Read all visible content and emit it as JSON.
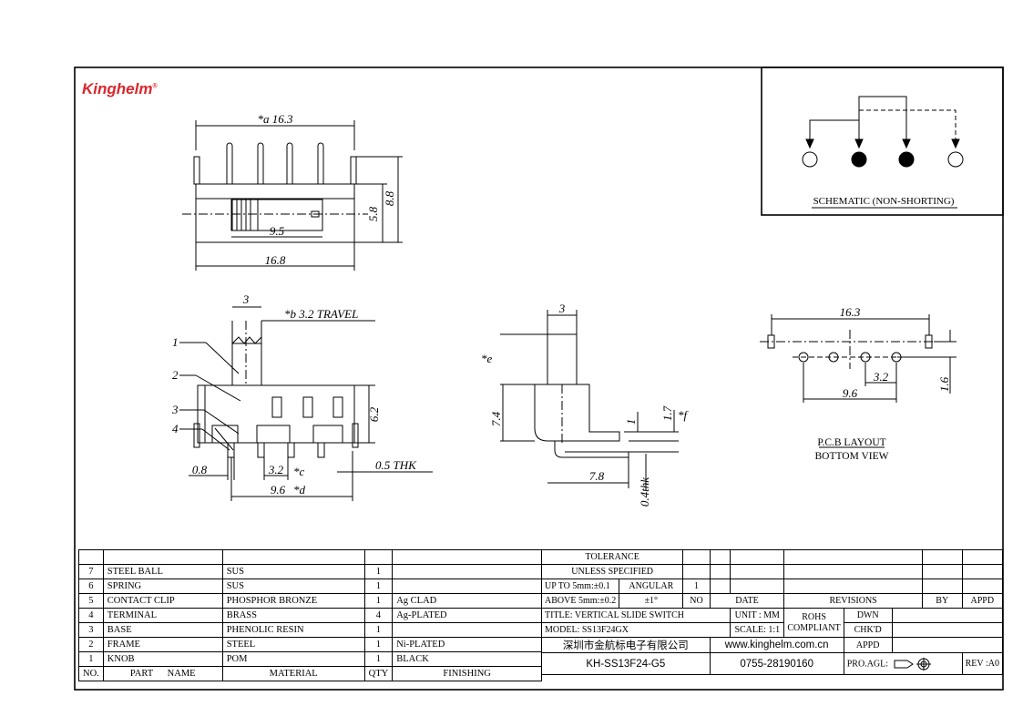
{
  "logo": {
    "name": "Kinghelm",
    "mark": "®"
  },
  "schematic": {
    "label": "SCHEMATIC (NON-SHORTING)"
  },
  "top_view": {
    "dim_a": "*a 16.3",
    "dim_length": "16.8",
    "dim_height_inner": "5.8",
    "dim_height_outer": "8.8",
    "dim_slot": "9.5"
  },
  "side_view": {
    "dim_knob": "3",
    "dim_travel": "*b 3.2 TRAVEL",
    "dim_height": "6.2",
    "dim_left": "0.8",
    "dim_pitch": "3.2",
    "mark_c": "*c",
    "dim_span": "9.6",
    "mark_d": "*d",
    "dim_thk": "0.5 THK",
    "callouts": [
      "1",
      "2",
      "3",
      "4"
    ]
  },
  "end_view": {
    "dim_knob": "3",
    "mark_e": "*e",
    "dim_height": "7.4",
    "dim_pin": "1",
    "dim_offset": "1.7",
    "mark_f": "*f",
    "dim_bottom": "7.8",
    "dim_thk": "0.4thk"
  },
  "pcb": {
    "dim_width": "16.3",
    "dim_pitch": "3.2",
    "dim_span": "9.6",
    "dim_offset": "1.6",
    "label1": "P.C.B LAYOUT",
    "label2": "BOTTOM VIEW"
  },
  "bom": {
    "rows": [
      {
        "no": "",
        "name": "",
        "material": "",
        "qty": "",
        "finish": ""
      },
      {
        "no": "7",
        "name": "STEEL BALL",
        "material": "SUS",
        "qty": "1",
        "finish": ""
      },
      {
        "no": "6",
        "name": "SPRING",
        "material": "SUS",
        "qty": "1",
        "finish": ""
      },
      {
        "no": "5",
        "name": "CONTACT CLIP",
        "material": "PHOSPHOR BRONZE",
        "qty": "1",
        "finish": "Ag CLAD"
      },
      {
        "no": "4",
        "name": "TERMINAL",
        "material": "BRASS",
        "qty": "4",
        "finish": "Ag-PLATED"
      },
      {
        "no": "3",
        "name": "BASE",
        "material": "PHENOLIC RESIN",
        "qty": "1",
        "finish": ""
      },
      {
        "no": "2",
        "name": "FRAME",
        "material": "STEEL",
        "qty": "1",
        "finish": "Ni-PLATED"
      },
      {
        "no": "1",
        "name": "KNOB",
        "material": "POM",
        "qty": "1",
        "finish": "BLACK"
      }
    ],
    "header": {
      "no": "NO.",
      "name": "PART      NAME",
      "material": "MATERIAL",
      "qty": "QTY",
      "finish": "FINISHING"
    }
  },
  "title_block": {
    "tolerance": "TOLERANCE",
    "unless": "UNLESS  SPECIFIED",
    "up_to": "UP TO 5mm:±0.1",
    "above": "ABOVE 5mm:±0.2",
    "angular": "ANGULAR",
    "angular_val": "±1°",
    "rev_mark": "1",
    "no": "NO",
    "date": "DATE",
    "revisions": "REVISIONS",
    "by": "BY",
    "appd": "APPD",
    "title": "TITLE: VERTICAL SLIDE SWITCH",
    "unit": "UNIT : MM",
    "rohs1": "ROHS",
    "rohs2": "COMPLIANT",
    "dwn": "DWN",
    "model": "MODEL: SS13F24GX",
    "scale": "SCALE: 1:1",
    "chkd": "CHK'D",
    "company": "深圳市金航标电子有限公司",
    "website": "www.kinghelm.com.cn",
    "appd2": "APPD",
    "part_no": "KH-SS13F24-G5",
    "phone": "0755-28190160",
    "pro_agl": "PRO.AGL:",
    "rev": "REV :A0"
  }
}
